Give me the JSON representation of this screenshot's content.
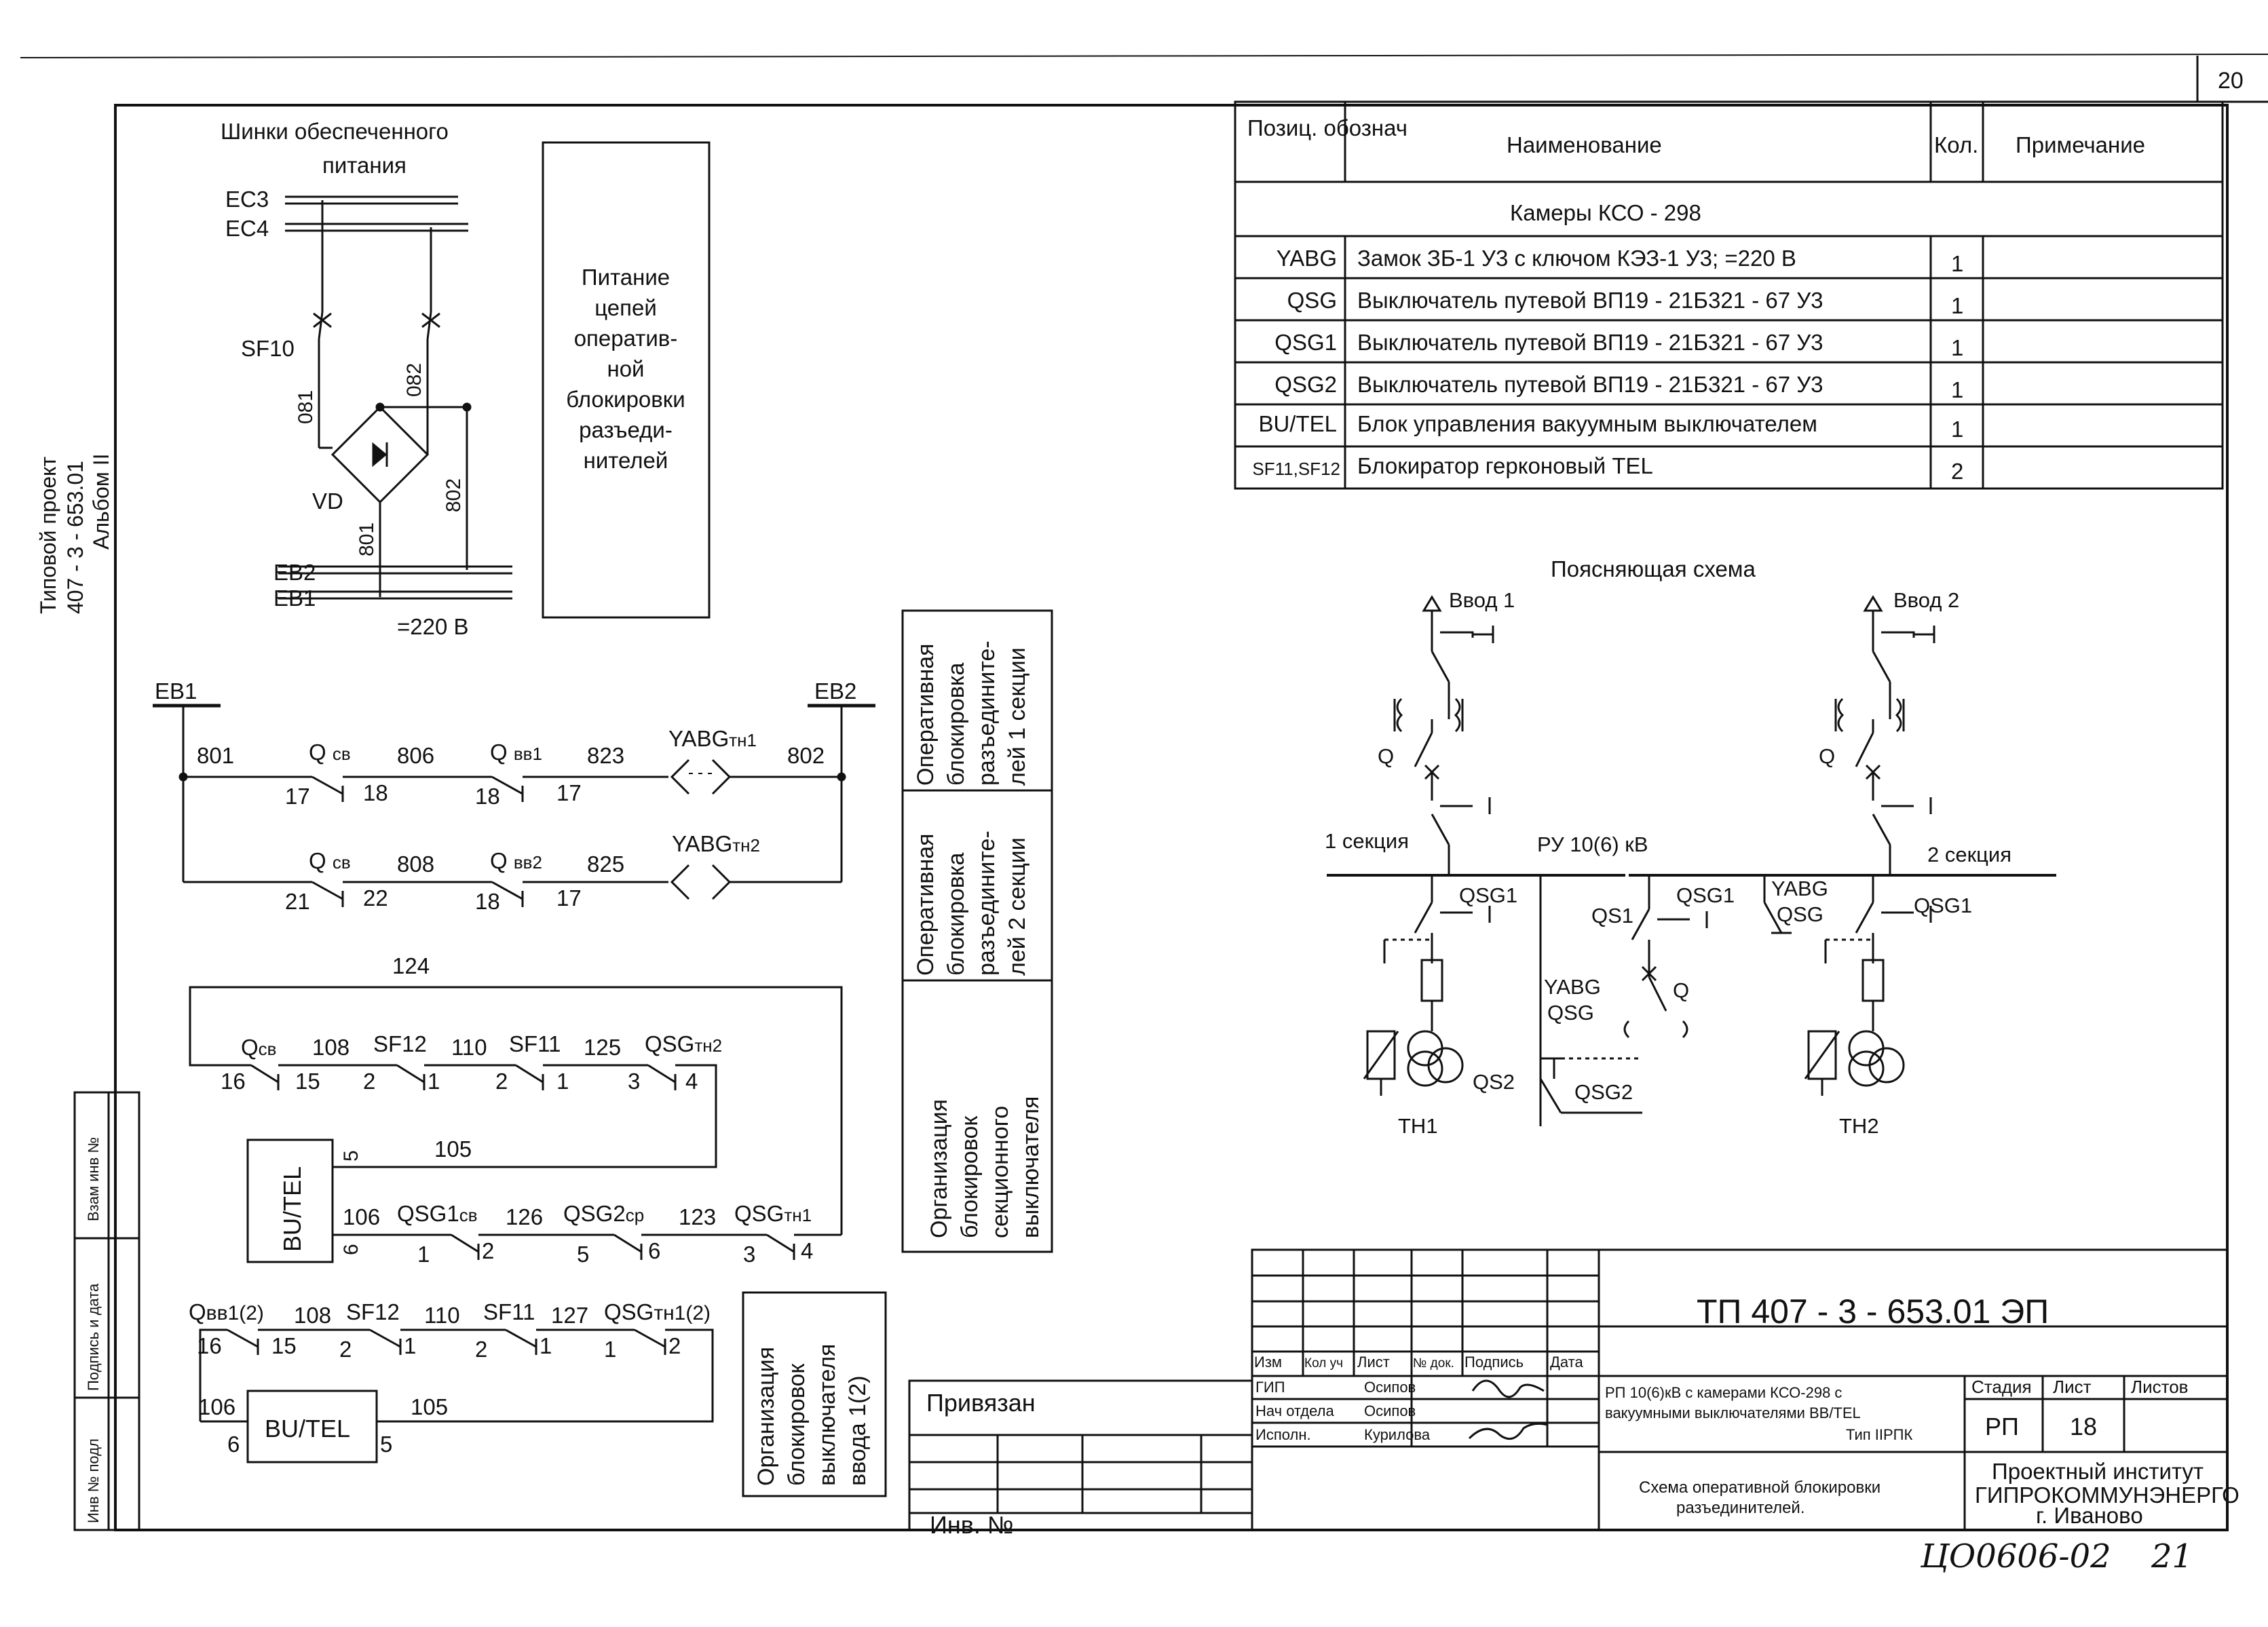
{
  "sheet": {
    "page_number": "20",
    "footer_code": "ЦО0606-02",
    "footer_page": "21"
  },
  "side_left": {
    "line1": "Типовой проект",
    "line2": "407 - 3 - 653.01",
    "line3": "Альбом II"
  },
  "side_stamp": {
    "cell1": "Взам инв №",
    "cell2": "Подпись и дата",
    "cell3": "Инв № подл"
  },
  "power": {
    "title1": "Шинки обеспеченного",
    "title2": "питания",
    "ec3": "EC3",
    "ec4": "EC4",
    "sf10": "SF10",
    "w081": "081",
    "w082": "082",
    "w801": "801",
    "w802": "802",
    "vd": "VD",
    "eb2": "EB2",
    "eb1": "EB1",
    "voltage": "=220 В",
    "box": [
      "Питание",
      "цепей",
      "оператив-",
      "ной",
      "блокировки",
      "разъеди-",
      "нителей"
    ]
  },
  "circuit": {
    "eb1": "EB1",
    "eb2": "EB2",
    "r1": {
      "w801": "801",
      "q": "Q",
      "q_sub": "св",
      "w806": "806",
      "qvv": "Q",
      "qvv_sub": "вв1",
      "w823": "823",
      "yabg": "YABG",
      "yabg_sub": "тн1",
      "w802": "802",
      "c17": "17",
      "c18": "18",
      "c18b": "18",
      "c17b": "17"
    },
    "r2": {
      "q": "Q",
      "q_sub": "св",
      "w808": "808",
      "qvv": "Q",
      "qvv_sub": "вв2",
      "w825": "825",
      "yabg": "YABG",
      "yabg_sub": "тн2",
      "c21": "21",
      "c22": "22",
      "c18": "18",
      "c17": "17"
    },
    "r3": {
      "w124": "124",
      "q": "Q",
      "q_sub": "св",
      "w108": "108",
      "sf12": "SF12",
      "w110": "110",
      "sf11": "SF11",
      "w125": "125",
      "qsg": "QSG",
      "qsg_sub": "тн2",
      "c16": "16",
      "c15": "15",
      "c2a": "2",
      "c1a": "1",
      "c2b": "2",
      "c1b": "1",
      "c3": "3",
      "c4": "4"
    },
    "r4": {
      "bu": "BU/TEL",
      "p5": "5",
      "w105": "105",
      "p6": "6",
      "w106": "106",
      "qsg1": "QSG1",
      "qsg1_sub": "св",
      "w126": "126",
      "qsg2": "QSG2",
      "qsg2_sub": "ср",
      "w123": "123",
      "qsg": "QSG",
      "qsg_sub": "тн1",
      "c1": "1",
      "c2": "2",
      "c5": "5",
      "c6": "6",
      "c3": "3",
      "c4": "4"
    },
    "r5": {
      "q": "Q",
      "q_sub": "вв1(2)",
      "w108": "108",
      "sf12": "SF12",
      "w110": "110",
      "sf11": "SF11",
      "w127": "127",
      "qsg": "QSG",
      "qsg_sub": "тн1(2)",
      "c16": "16",
      "c15": "15",
      "c2a": "2",
      "c1a": "1",
      "c2b": "2",
      "c1b": "1",
      "c1c": "1",
      "c2c": "2",
      "w106": "106",
      "bu": "BU/TEL",
      "w105": "105",
      "p6": "6",
      "p5": "5"
    },
    "side1": [
      "Оперативная",
      "блокировка",
      "разъедините-",
      "лей 1 секции"
    ],
    "side2": [
      "Оперативная",
      "блокировка",
      "разъедините-",
      "лей 2 секции"
    ],
    "side3": [
      "Организация",
      "блокировок",
      "секционного",
      "выключателя"
    ],
    "side4": [
      "Организация",
      "блокировок",
      "выключателя",
      "ввода 1(2)"
    ]
  },
  "spec": {
    "headers": [
      "Позиц. обознач",
      "Наименование",
      "Кол.",
      "Примечание"
    ],
    "group": "Камеры КСО - 298",
    "rows": [
      {
        "pos": "YABG",
        "name": "Замок ЗБ-1 У3 с ключом КЭЗ-1 У3; =220 В",
        "qty": "1"
      },
      {
        "pos": "QSG",
        "name": "Выключатель путевой ВП19 - 21Б321 - 67 У3",
        "qty": "1"
      },
      {
        "pos": "QSG1",
        "name": "Выключатель путевой ВП19 - 21Б321 - 67 У3",
        "qty": "1"
      },
      {
        "pos": "QSG2",
        "name": "Выключатель путевой ВП19 - 21Б321 - 67 У3",
        "qty": "1"
      },
      {
        "pos": "BU/TEL",
        "name": "Блок управления вакуумным выключателем",
        "qty": "1"
      },
      {
        "pos": "SF11,SF12",
        "name": "Блокиратор герконовый TEL",
        "qty": "2"
      }
    ]
  },
  "explain": {
    "title": "Поясняющая схема",
    "vvod1": "Ввод 1",
    "vvod2": "Ввод 2",
    "q1": "Q",
    "q2": "Q",
    "sec1": "1 секция",
    "sec2": "2 секция",
    "ru": "РУ 10(6) кВ",
    "qsg1a": "QSG1",
    "qsg1b": "QSG1",
    "qsg1c": "QSG1",
    "qs1": "QS1",
    "yabg1": "YABG",
    "qsg_a": "QSG",
    "yabg2": "YABG",
    "qsg_b": "QSG",
    "q3": "Q",
    "qs2": "QS2",
    "qsg2": "QSG2",
    "th1": "ТН1",
    "th2": "ТН2"
  },
  "titleblock": {
    "code": "ТП 407 - 3 - 653.01 ЭП",
    "col_izm": "Изм",
    "col_koluch": "Кол уч",
    "col_list": "Лист",
    "col_ndok": "№ док.",
    "col_podpis": "Подпись",
    "col_data": "Дата",
    "gip_role": "ГИП",
    "gip_name": "Осипов",
    "nach_role": "Нач отдела",
    "nach_name": "Осипов",
    "ispoln_role": "Исполн.",
    "ispoln_name": "Курилова",
    "desc1": "РП 10(6)кВ с камерами КСО-298 с",
    "desc2": "вакуумными выключателями BB/TEL",
    "desc3": "Тип IIРПК",
    "stadia_h": "Стадия",
    "list_h": "Лист",
    "listov_h": "Листов",
    "stadia": "РП",
    "list": "18",
    "title1": "Схема оперативной блокировки",
    "title2": "разъединителей.",
    "org1": "Проектный институт",
    "org2": "ГИПРОКОММУНЭНЕРГО",
    "org3": "г. Иваново",
    "privyazan": "Привязан",
    "inv": "Инв. №"
  }
}
